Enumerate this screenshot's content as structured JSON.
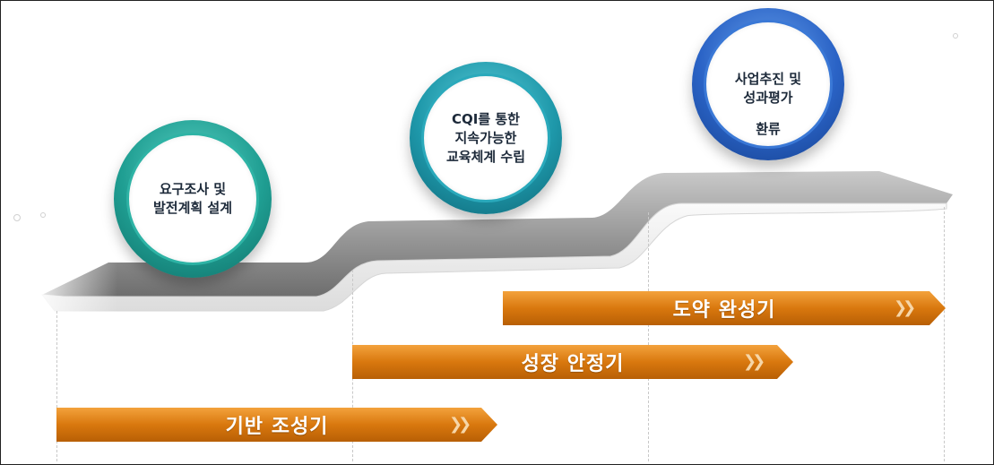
{
  "stages": [
    {
      "label": "요구조사 및\n발전계획 설계",
      "sub": ""
    },
    {
      "label": "CQI를 통한\n지속가능한\n교육체계 수립",
      "sub": ""
    },
    {
      "label": "사업추진 및\n성과평가",
      "sub": "환류"
    }
  ],
  "phases": [
    {
      "label": "기반 조성기"
    },
    {
      "label": "성장 안정기"
    },
    {
      "label": "도약 완성기"
    }
  ],
  "colors": {
    "phase_bar": "#d9780e",
    "circle_1": "#1f9e92",
    "circle_2": "#1e98aa",
    "circle_3": "#2a63c6"
  },
  "icons": {
    "bar_arrow": "double-chevron-right-icon"
  }
}
